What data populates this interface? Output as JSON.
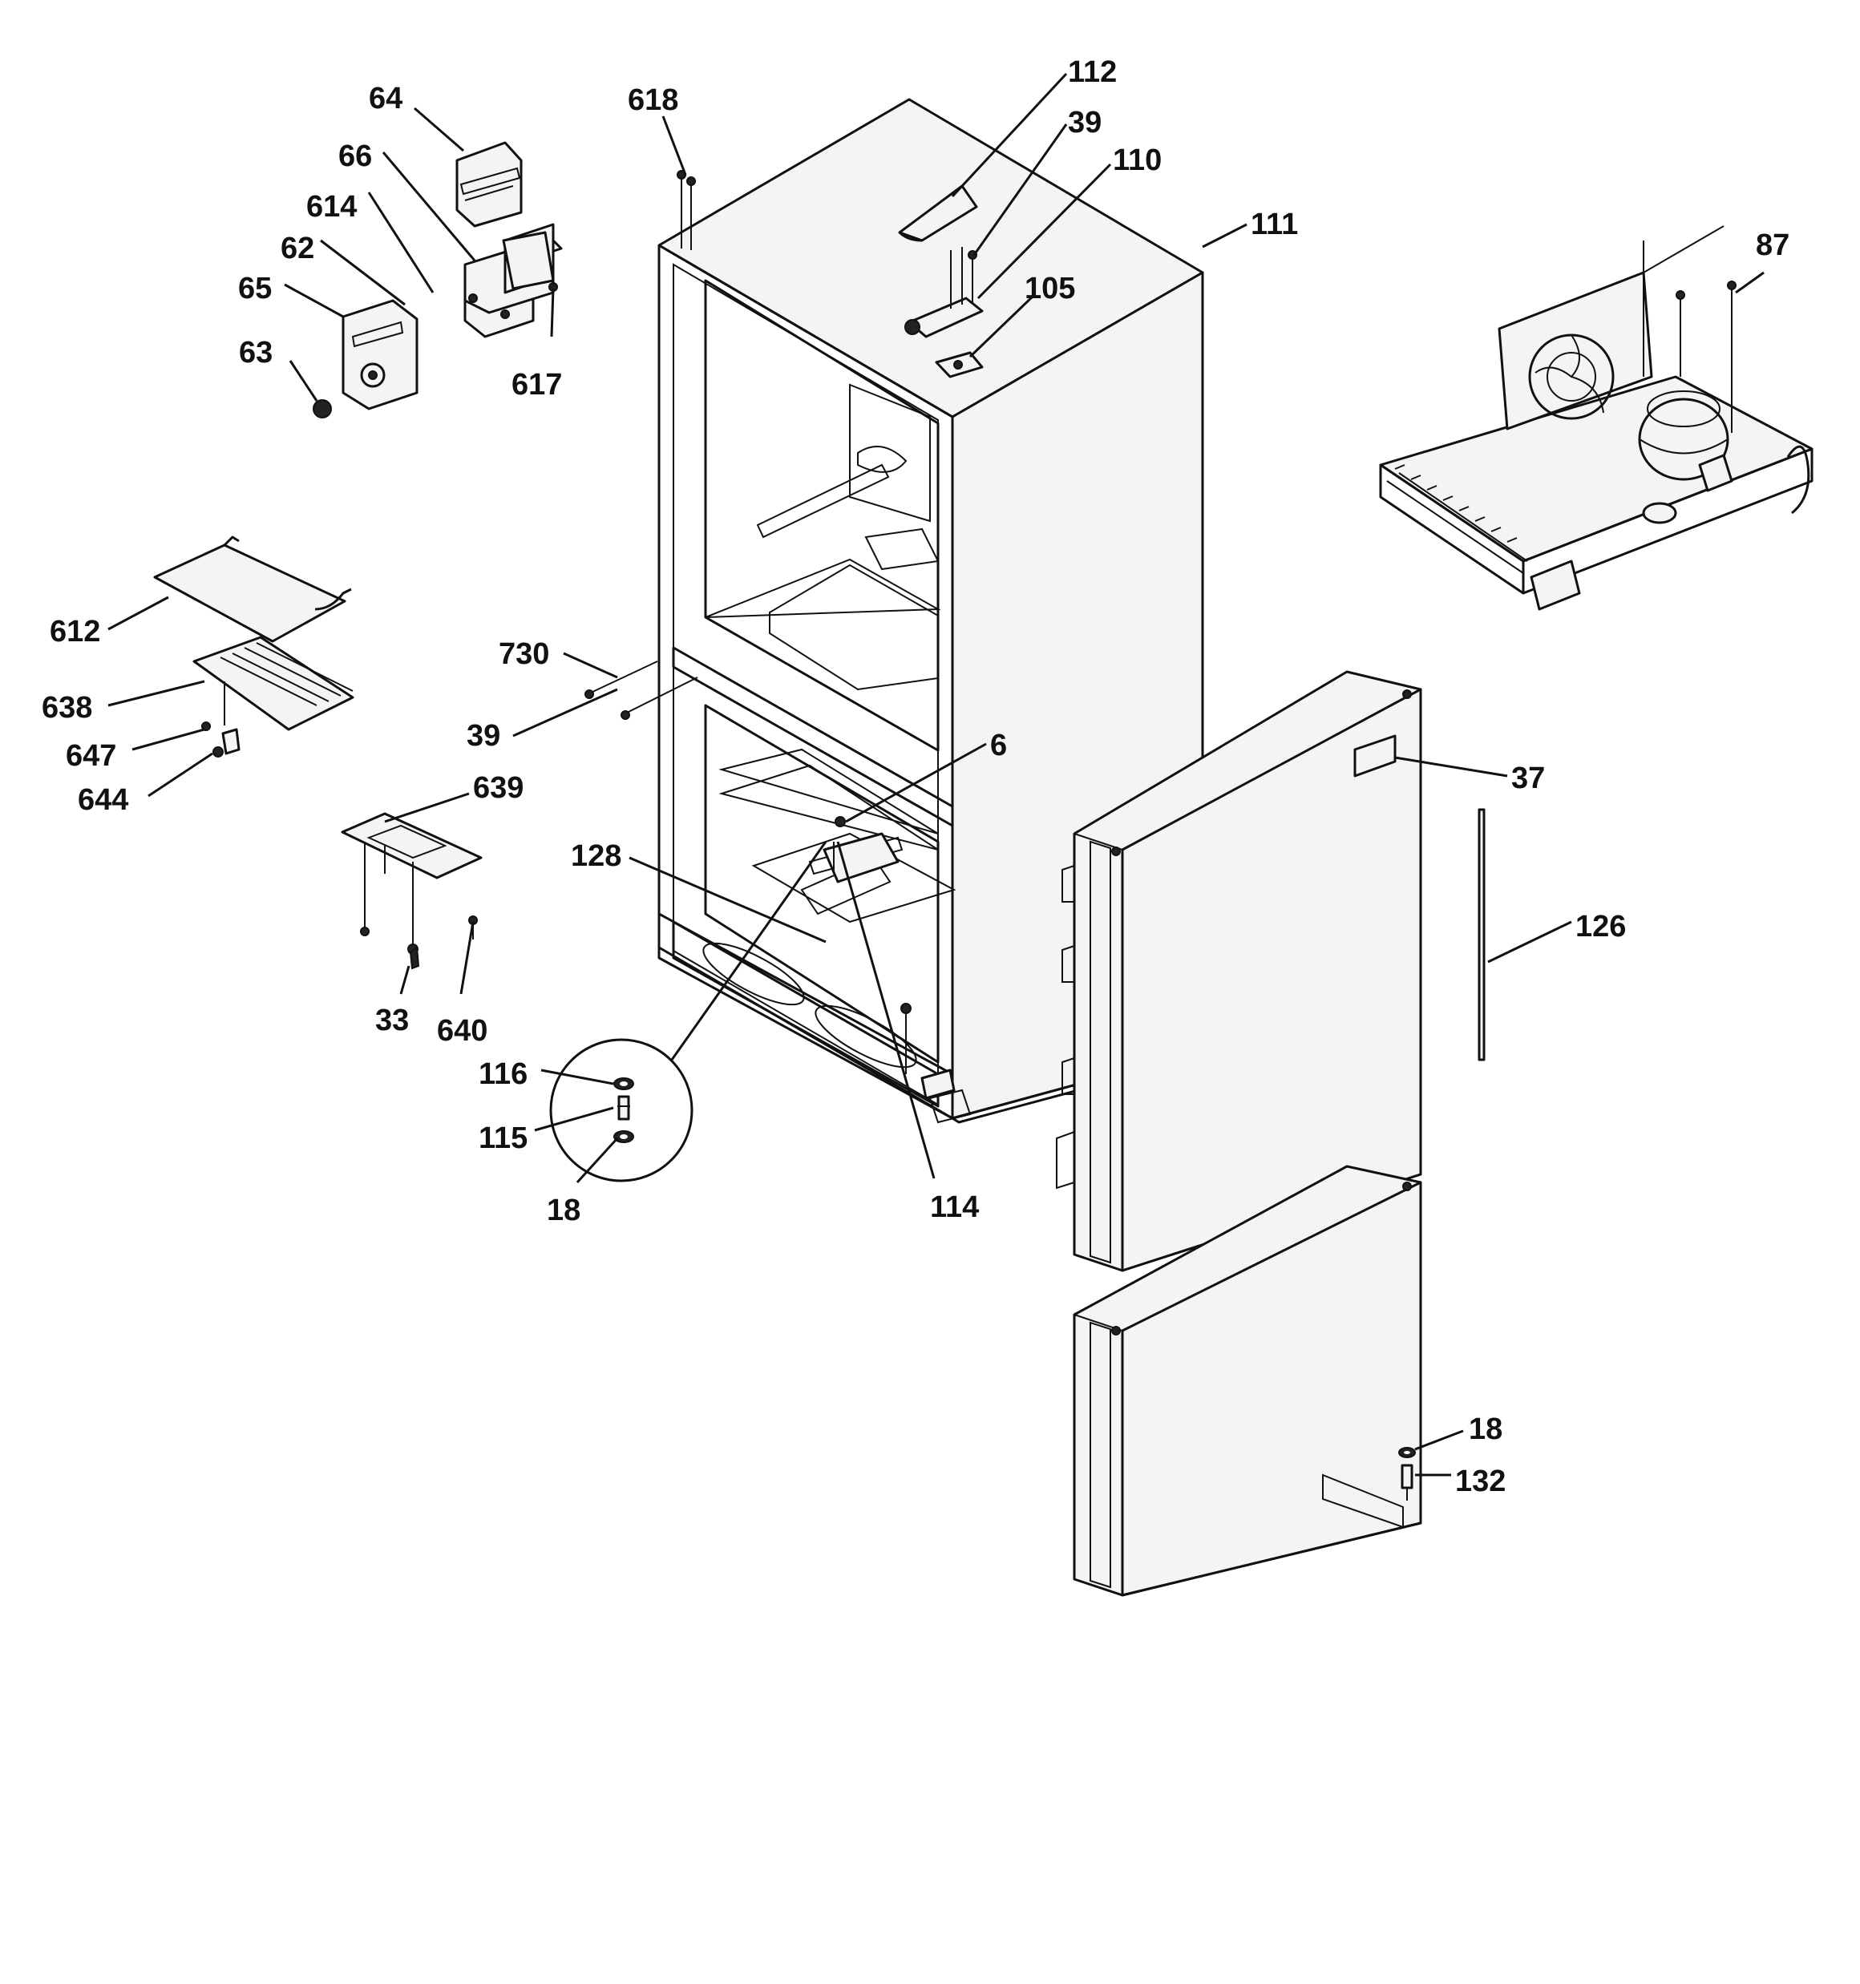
{
  "callouts": {
    "c64": "64",
    "c66": "66",
    "c614": "614",
    "c62": "62",
    "c65": "65",
    "c63": "63",
    "c617": "617",
    "c618": "618",
    "c112": "112",
    "c39a": "39",
    "c110": "110",
    "c111": "111",
    "c105": "105",
    "c87": "87",
    "c612": "612",
    "c638": "638",
    "c647": "647",
    "c644": "644",
    "c730": "730",
    "c39b": "39",
    "c639": "639",
    "c6": "6",
    "c37": "37",
    "c128": "128",
    "c126": "126",
    "c33": "33",
    "c640": "640",
    "c116": "116",
    "c115": "115",
    "c18a": "18",
    "c114": "114",
    "c18b": "18",
    "c132": "132"
  }
}
